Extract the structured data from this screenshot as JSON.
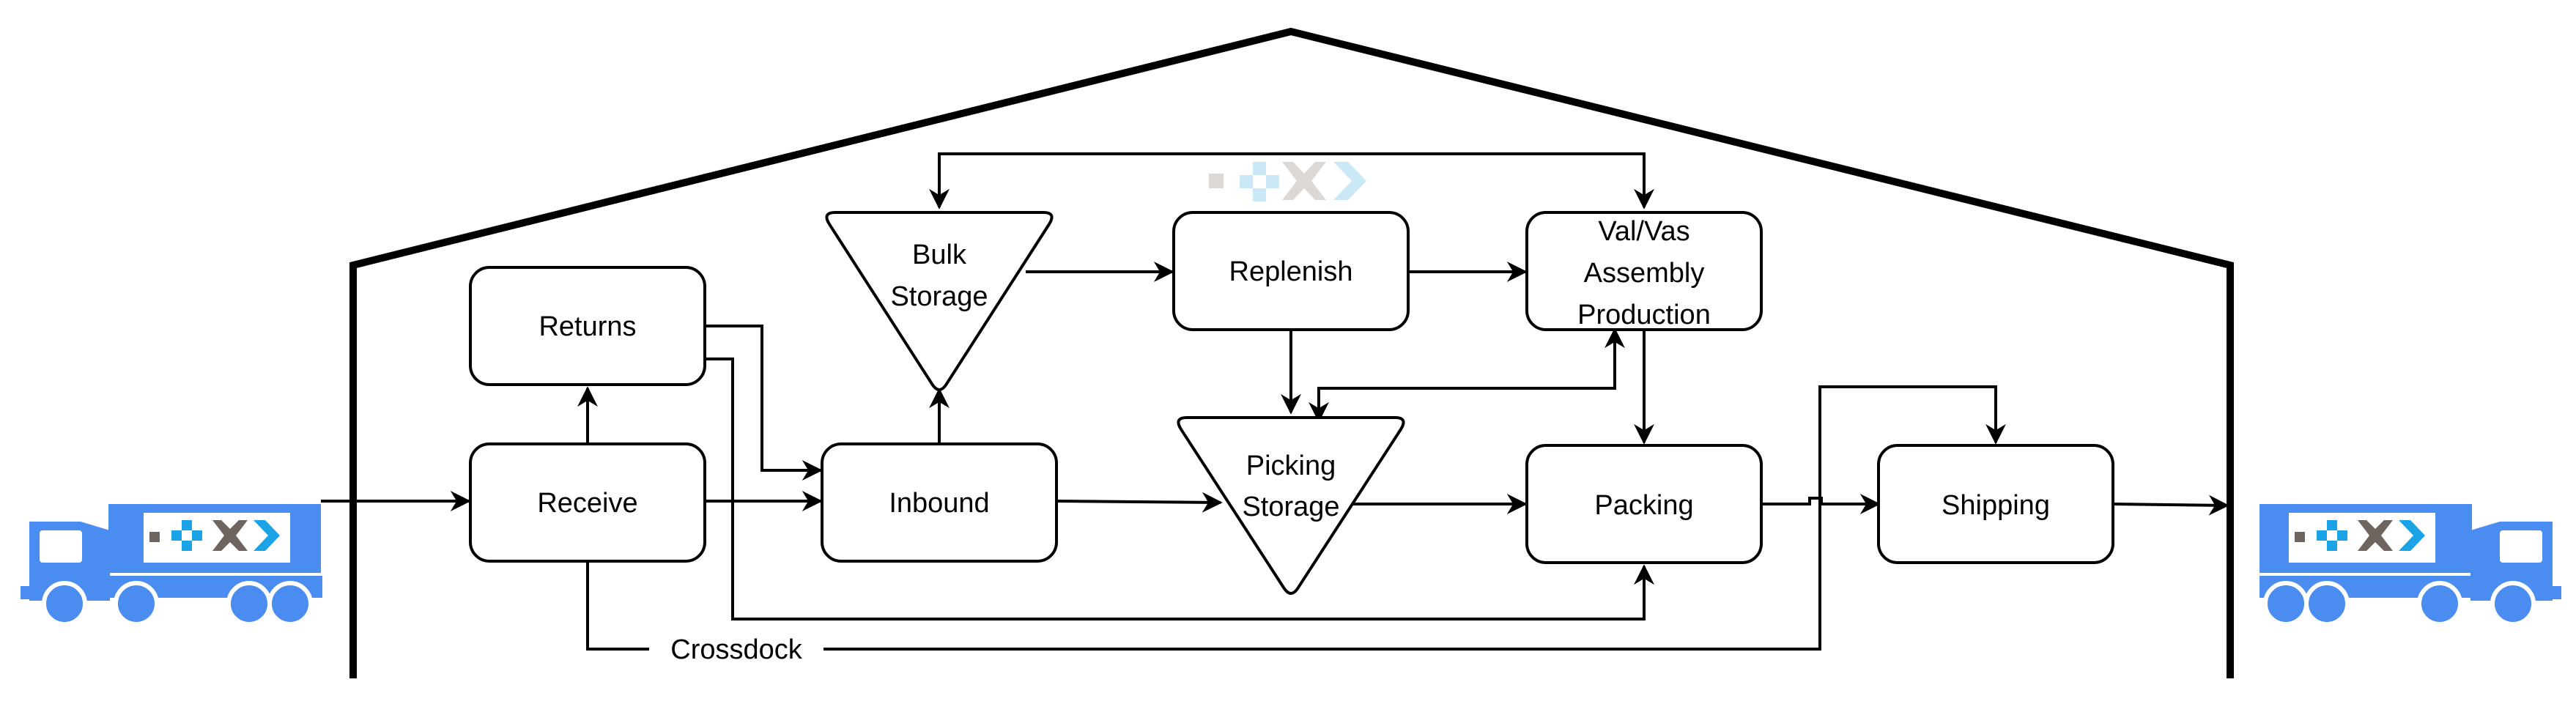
{
  "nodes": {
    "returns": "Returns",
    "receive": "Receive",
    "bulk_storage": [
      "Bulk",
      "Storage"
    ],
    "inbound": "Inbound",
    "replenish": "Replenish",
    "val_vas": [
      "Val/Vas",
      "Assembly",
      "Production"
    ],
    "picking_storage": [
      "Picking",
      "Storage"
    ],
    "packing": "Packing",
    "shipping": "Shipping"
  },
  "edge_labels": {
    "crossdock": "Crossdock"
  },
  "colors": {
    "truck": "#4A8CF0",
    "logo_blue": "#1BA3E6",
    "logo_gray": "#6E6560",
    "watermark_blue": "#CBE8F7",
    "watermark_gray": "#DCD8D5",
    "line": "#000000"
  },
  "icons": {
    "left_truck": "truck-icon",
    "right_truck": "truck-icon",
    "watermark": "logo-icon"
  }
}
